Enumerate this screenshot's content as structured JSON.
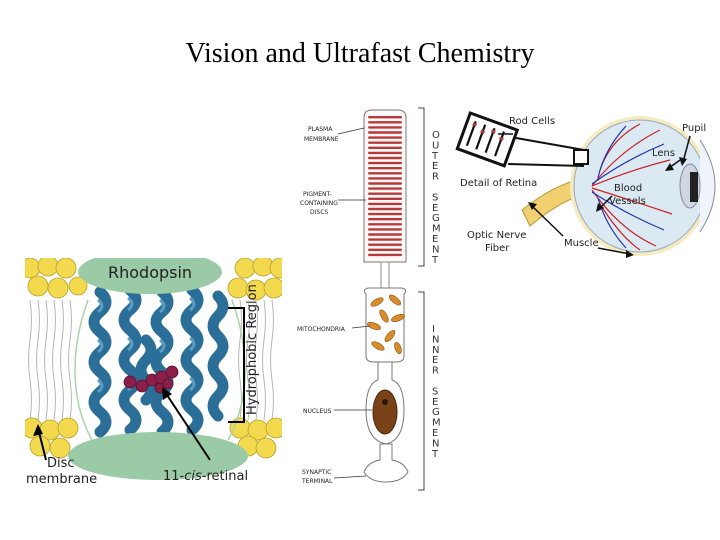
{
  "slide": {
    "title": "Vision and Ultrafast Chemistry"
  },
  "rhodopsin_panel": {
    "protein_label": "Rhodopsin",
    "region_label": "Hydrophobic Region",
    "membrane_label_line1": "Disc",
    "membrane_label_line2": "membrane",
    "chromophore_label_prefix": "11-",
    "chromophore_label_italic": "cis",
    "chromophore_label_suffix": "-retinal",
    "colors": {
      "protein": "#2b6f99",
      "protein_cap": "#9bcaa6",
      "retinal": "#8a2048",
      "lipid_head": "#f2d94e"
    }
  },
  "rod_cell_panel": {
    "labels": {
      "plasma_membrane": [
        "PLASMA",
        "MEMBRANE"
      ],
      "pigment_discs": [
        "PIGMENT-",
        "CONTAINING",
        "DISCS"
      ],
      "mitochondria": "MITOCHONDRIA",
      "nucleus": "NUCLEUS",
      "synaptic_terminal": [
        "SYNAPTIC",
        "TERMINAL"
      ]
    },
    "outer_segment_letters": [
      "O",
      "U",
      "T",
      "E",
      "R",
      "",
      "S",
      "E",
      "G",
      "M",
      "E",
      "N",
      "T"
    ],
    "inner_segment_letters": [
      "I",
      "N",
      "N",
      "E",
      "R",
      "",
      "S",
      "E",
      "G",
      "M",
      "E",
      "N",
      "T"
    ],
    "colors": {
      "disc": "#b73a3a",
      "mitochondria": "#d98c2b",
      "nucleus": "#7a4218"
    }
  },
  "eye_panel": {
    "labels": {
      "rod_cells": "Rod Cells",
      "pupil": "Pupil",
      "lens": "Lens",
      "detail_of_retina": "Detail of Retina",
      "blood_vessels": [
        "Blood",
        "Vessels"
      ],
      "optic_nerve_fiber": [
        "Optic Nerve",
        "Fiber"
      ],
      "muscle": "Muscle"
    },
    "colors": {
      "eyeball": "#dbe9f3",
      "sclera_rim": "#f6eac0",
      "vessel_red": "#cc2222",
      "vessel_blue": "#2233aa",
      "optic_nerve": "#f0d070"
    }
  }
}
